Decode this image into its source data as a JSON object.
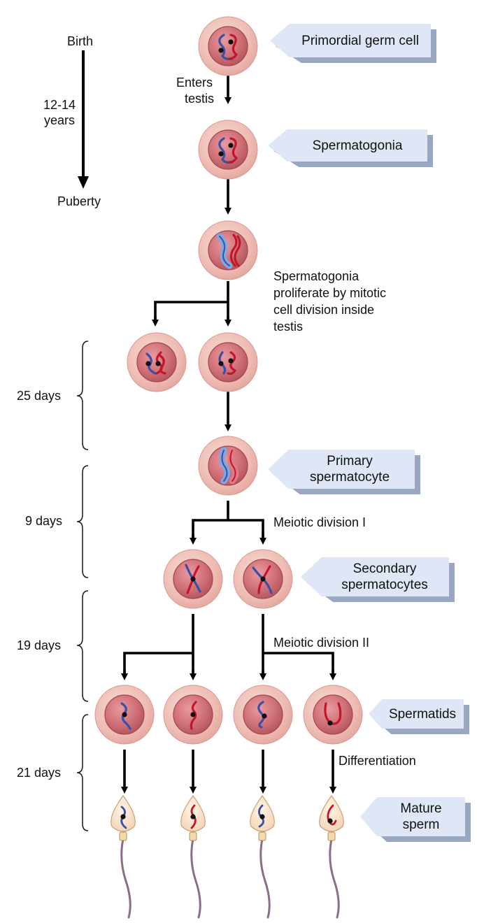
{
  "timeline": {
    "birth": "Birth",
    "years_line1": "12-14",
    "years_line2": "years",
    "puberty": "Puberty"
  },
  "arrow_labels": {
    "enters_line1": "Enters",
    "enters_line2": "testis",
    "proliferate": [
      "Spermatogonia",
      "proliferate by mitotic",
      "cell division inside",
      "testis"
    ],
    "meiotic_1": "Meiotic division I",
    "meiotic_2": "Meiotic division II",
    "differentiation": "Differentiation"
  },
  "durations": [
    "25 days",
    "9 days",
    "19 days",
    "21 days"
  ],
  "stage_tags": {
    "primordial": "Primordial germ cell",
    "spermatogonia": "Spermatogonia",
    "primary_1": "Primary",
    "primary_2": "spermatocyte",
    "secondary_1": "Secondary",
    "secondary_2": "spermatocytes",
    "spermatids": "Spermatids",
    "mature_1": "Mature",
    "mature_2": "sperm"
  },
  "colors": {
    "cell_outer": "#efc4bc",
    "cell_inner": "#c96a70",
    "chromosome_blue": "#3a4fa8",
    "chromosome_red": "#c3162a",
    "tag_face": "#dfe7f6",
    "tag_shadow": "#9aa7c2",
    "sperm_head": "#f8e3cc",
    "sperm_tail": "#8a6f86"
  }
}
